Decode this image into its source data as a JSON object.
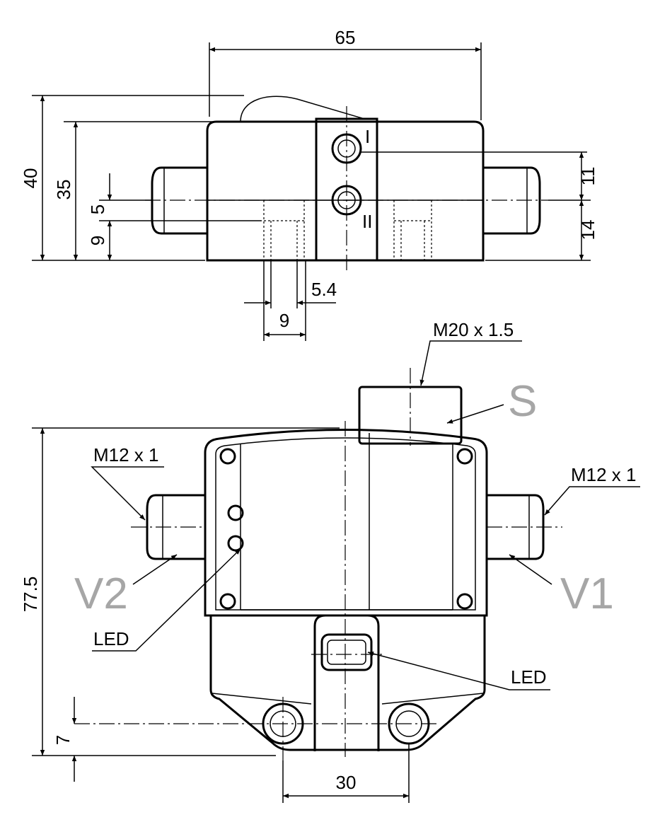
{
  "top_view": {
    "dim_width": "65",
    "dim_height_total": "40",
    "dim_height_body": "35",
    "dim_5": "5",
    "dim_9_left": "9",
    "dim_11": "11",
    "dim_14": "14",
    "dim_5_4": "5.4",
    "dim_9_bottom": "9",
    "port_1": "I",
    "port_2": "II"
  },
  "bottom_view": {
    "thread_s": "M20 x 1.5",
    "label_s": "S",
    "thread_v2": "M12 x 1",
    "thread_v1": "M12 x 1",
    "label_v2": "V2",
    "label_v1": "V1",
    "led_left": "LED",
    "led_bottom": "LED",
    "dim_height": "77.5",
    "dim_7": "7",
    "dim_30": "30"
  },
  "colors": {
    "outline": "#000000",
    "port_label": "#a6a6a6"
  }
}
